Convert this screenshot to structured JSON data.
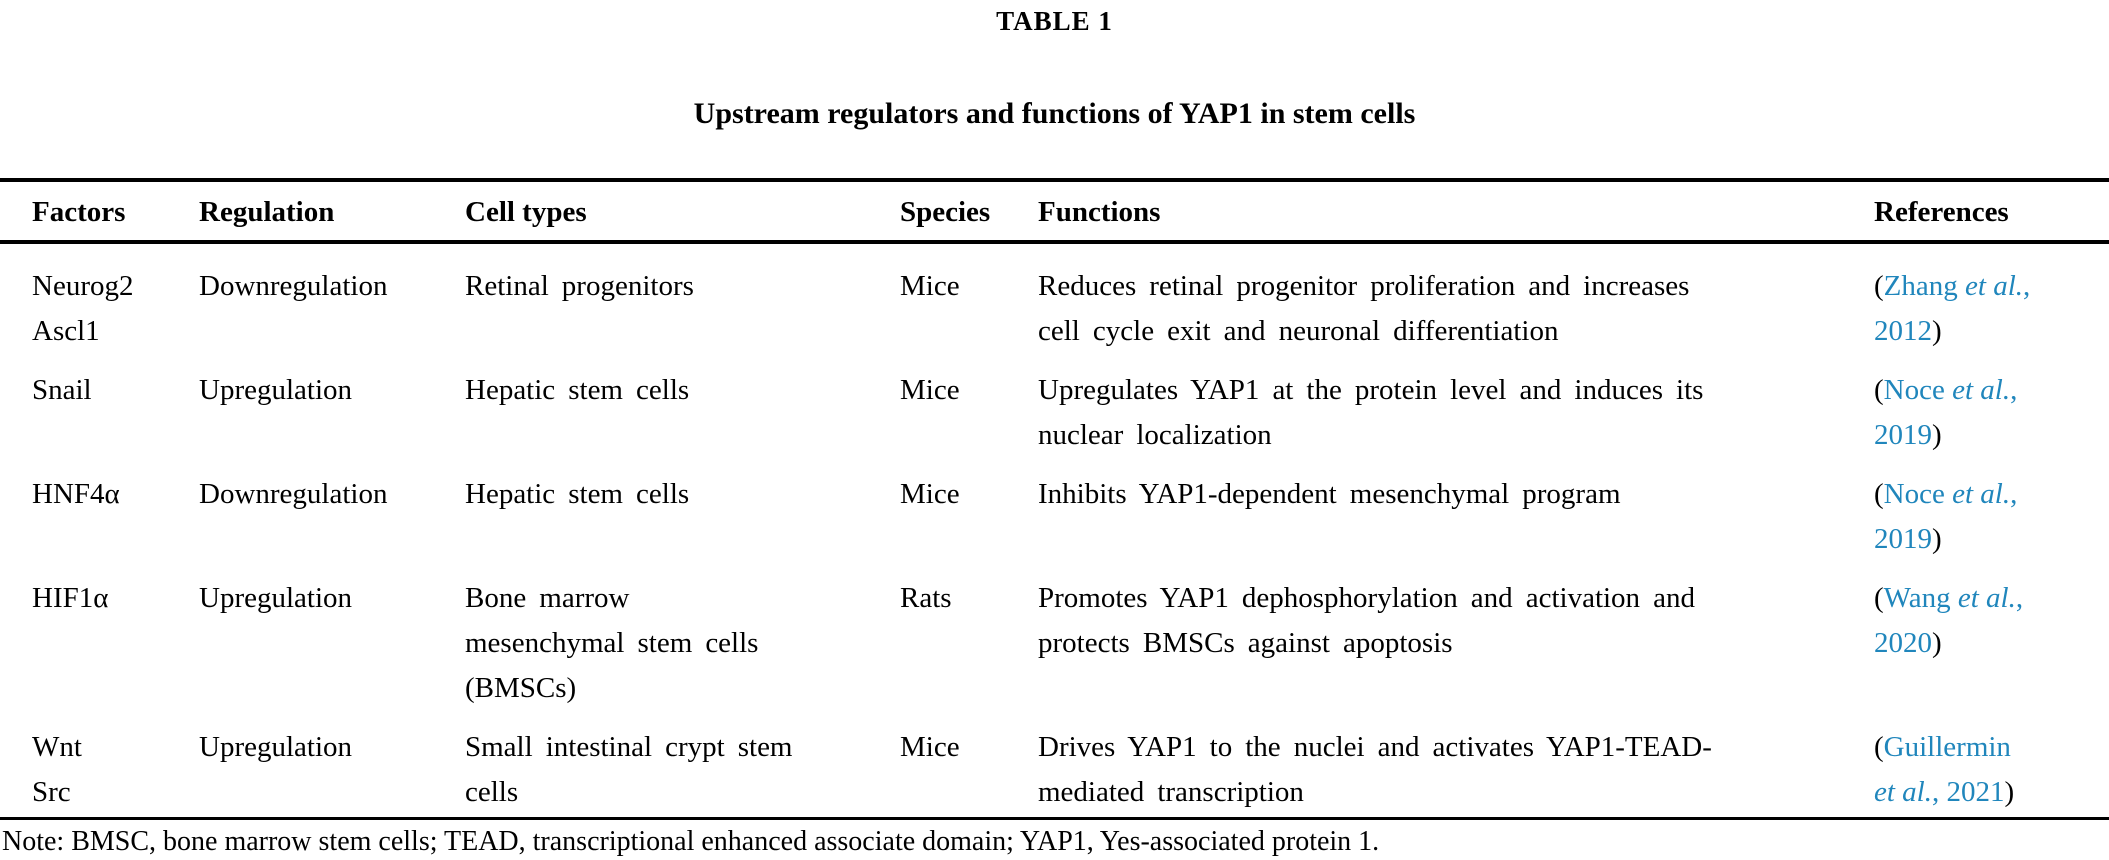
{
  "table_label": "TABLE 1",
  "title": "Upstream regulators and functions of YAP1 in stem cells",
  "colors": {
    "link_blue": "#2086BC",
    "text": "#000000",
    "rule": "#000000"
  },
  "columns": {
    "factors": "Factors",
    "regulation": "Regulation",
    "cell_types": "Cell types",
    "species": "Species",
    "functions": "Functions",
    "references": "References"
  },
  "rows": [
    {
      "factors": "Neurog2\nAscl1",
      "regulation": "Downregulation",
      "cell_types": "Retinal progenitors",
      "species": "Mice",
      "functions": "Reduces retinal progenitor proliferation and increases\ncell cycle exit and neuronal differentiation",
      "ref": {
        "l1": {
          "open": "(",
          "pre": "Zhang ",
          "etal": "et al.",
          "tail": ","
        },
        "l2": {
          "text": "2012",
          "close": ")"
        }
      }
    },
    {
      "factors": "Snail",
      "regulation": "Upregulation",
      "cell_types": "Hepatic stem cells",
      "species": "Mice",
      "functions": "Upregulates YAP1 at the protein level and induces its\nnuclear localization",
      "ref": {
        "l1": {
          "open": "(",
          "pre": "Noce ",
          "etal": "et al.",
          "tail": ","
        },
        "l2": {
          "text": "2019",
          "close": ")"
        }
      }
    },
    {
      "factors": "HNF4α",
      "regulation": "Downregulation",
      "cell_types": "Hepatic stem cells",
      "species": "Mice",
      "functions": "Inhibits YAP1-dependent mesenchymal program",
      "ref": {
        "l1": {
          "open": "(",
          "pre": "Noce ",
          "etal": "et al.",
          "tail": ","
        },
        "l2": {
          "text": "2019",
          "close": ")"
        }
      }
    },
    {
      "factors": "HIF1α",
      "regulation": "Upregulation",
      "cell_types": "Bone marrow\nmesenchymal stem cells\n(BMSCs)",
      "species": "Rats",
      "functions": "Promotes YAP1 dephosphorylation and activation and\nprotects BMSCs against apoptosis",
      "ref": {
        "l1": {
          "open": "(",
          "pre": "Wang ",
          "etal": "et al.",
          "tail": ","
        },
        "l2": {
          "text": "2020",
          "close": ")"
        }
      }
    },
    {
      "factors": "Wnt\nSrc",
      "regulation": "Upregulation",
      "cell_types": "Small intestinal crypt stem\ncells",
      "species": "Mice",
      "functions": "Drives YAP1 to the nuclei and activates YAP1-TEAD-\nmediated transcription",
      "ref": {
        "l1": {
          "open": "(",
          "pre": "Guillermin"
        },
        "l2": {
          "etal": "et al.",
          "text": ", 2021",
          "close": ")"
        }
      }
    }
  ],
  "note": "Note: BMSC, bone marrow stem cells; TEAD, transcriptional enhanced associate domain; YAP1, Yes-associated protein 1."
}
